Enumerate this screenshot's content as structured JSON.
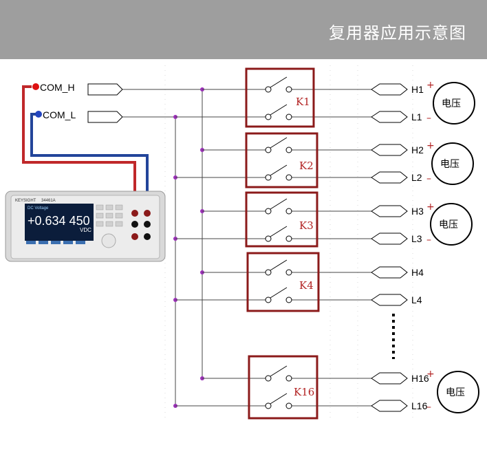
{
  "header": {
    "title": "复用器应用示意图"
  },
  "multimeter": {
    "brand": "KEYSIGHT",
    "model": "34461A",
    "mode": "DC Voltage",
    "reading": "+0.634 450",
    "unit": "VDC"
  },
  "common": {
    "high": "COM_H",
    "low": "COM_L"
  },
  "relays": [
    {
      "label": "K1",
      "high": "H1",
      "low": "L1",
      "load": "电压",
      "plus": "+",
      "minus": "–"
    },
    {
      "label": "K2",
      "high": "H2",
      "low": "L2",
      "load": "电压",
      "plus": "+",
      "minus": "–"
    },
    {
      "label": "K3",
      "high": "H3",
      "low": "L3",
      "load": "电压",
      "plus": "+",
      "minus": "–"
    },
    {
      "label": "K4",
      "high": "H4",
      "low": "L4",
      "load": "",
      "plus": "",
      "minus": ""
    },
    {
      "label": "K16",
      "high": "H16",
      "low": "L16",
      "load": "电压",
      "plus": "+",
      "minus": "–"
    }
  ],
  "colors": {
    "box": "#8b1a1a",
    "wire_high": "#c0282a",
    "wire_low": "#23459a",
    "junction": "#9b30b8"
  }
}
